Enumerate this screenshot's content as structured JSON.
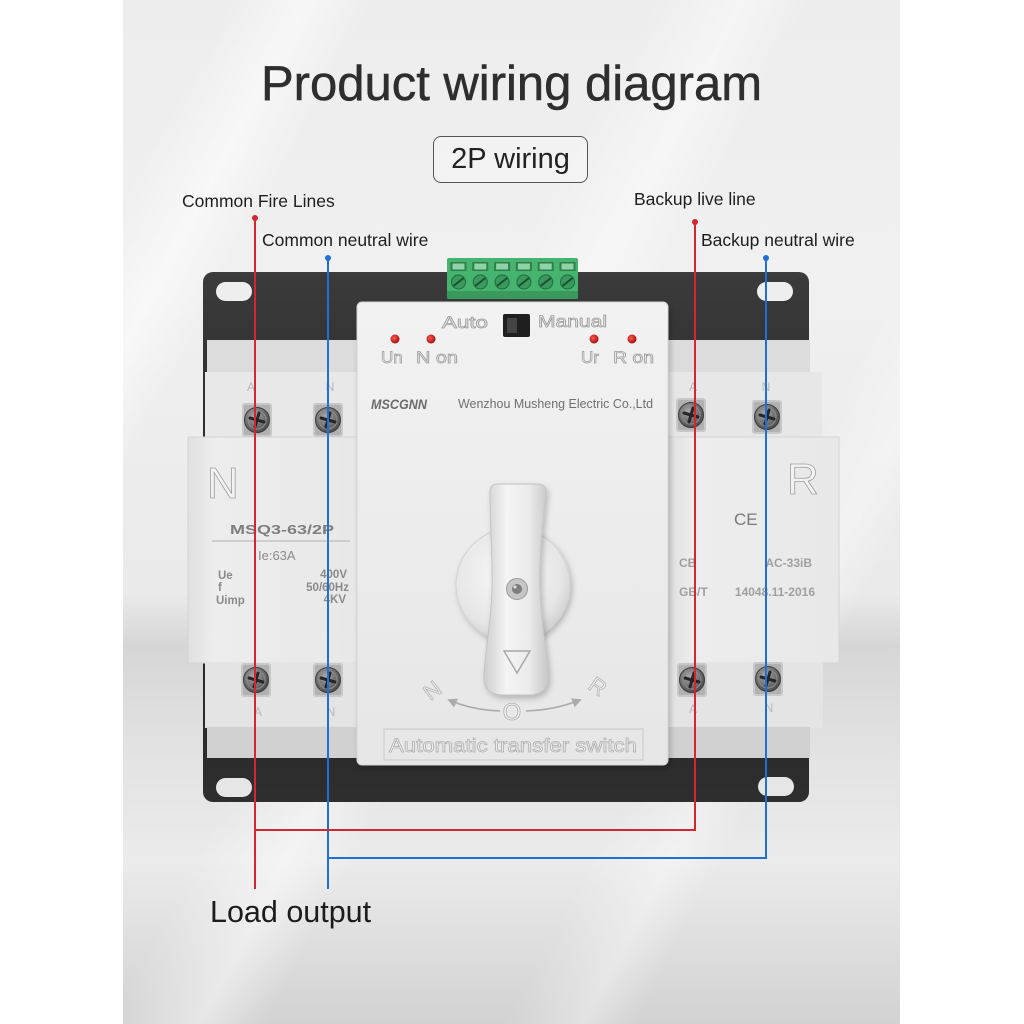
{
  "header": {
    "title": "Product wiring diagram",
    "subtitle": "2P wiring"
  },
  "labels": {
    "common_fire_lines": "Common Fire Lines",
    "common_neutral_wire": "Common neutral wire",
    "backup_live_line": "Backup live line",
    "backup_neutral_wire": "Backup neutral wire",
    "load_output": "Load output"
  },
  "colors": {
    "live_wire": "#d22630",
    "neutral_wire": "#1f6fd6",
    "terminal_block": "#46b36e"
  },
  "device": {
    "brand": "MSCGNN",
    "manufacturer": "Wenzhou Musheng Electric Co.,Ltd",
    "mode_labels": {
      "auto": "Auto",
      "manual": "Manual"
    },
    "indicators": [
      "Un",
      "N on",
      "Ur",
      "R on"
    ],
    "terminal_labels": {
      "phase": "A",
      "neutral": "N"
    },
    "left_module": {
      "side": "N",
      "model": "MSQ3-63/2P",
      "rated_current": "Ie:63A",
      "specs": [
        {
          "key": "Ue",
          "value": "400V"
        },
        {
          "key": "f",
          "value": "50/60Hz"
        },
        {
          "key": "Uimp",
          "value": "4KV"
        }
      ]
    },
    "right_module": {
      "side": "R",
      "certification": "CE",
      "specs": [
        {
          "key": "CB",
          "value": "AC-33iB"
        },
        {
          "key": "GB/T",
          "value": "14048.11-2016"
        }
      ]
    },
    "selector_positions": {
      "left": "N",
      "center": "O",
      "right": "R"
    },
    "nameplate": "Automatic transfer switch"
  }
}
